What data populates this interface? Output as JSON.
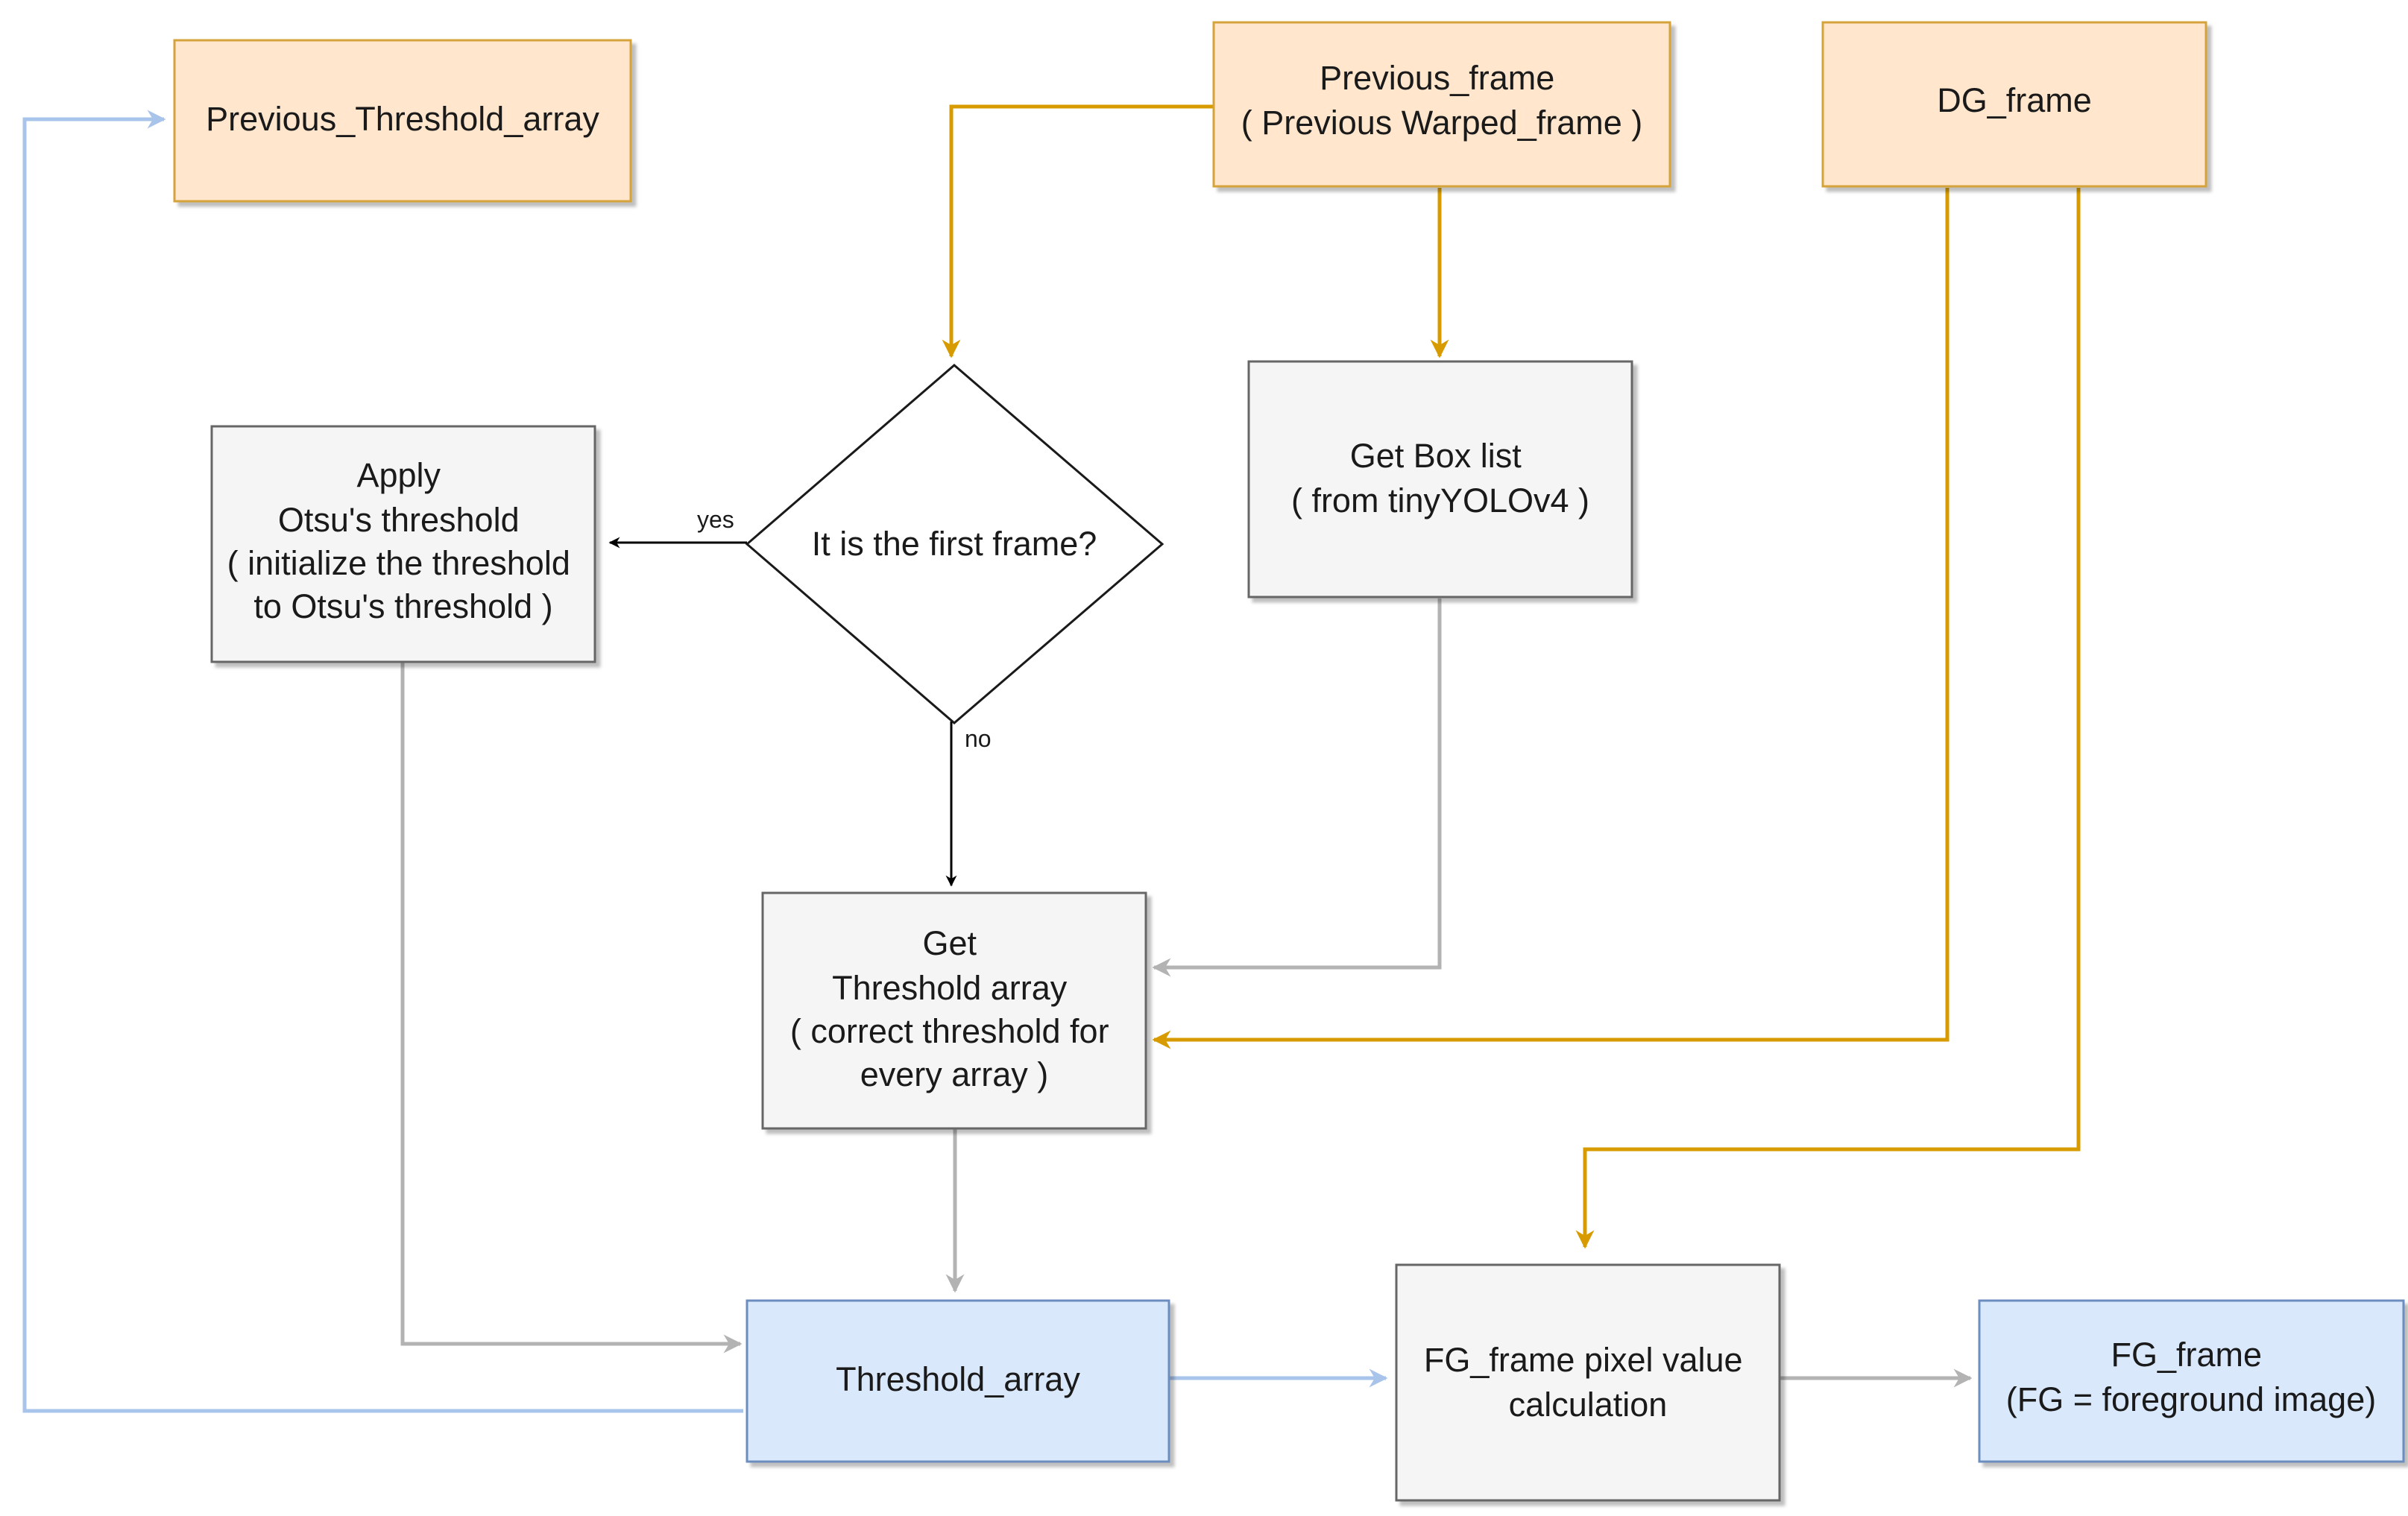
{
  "colors": {
    "orange_fill": "#ffe6cc",
    "orange_stroke": "#d6a33a",
    "orange_arrow": "#d79b00",
    "blue_fill": "#dae8fc",
    "blue_stroke": "#6c8ebf",
    "blue_arrow": "#a9c4eb",
    "gray_fill": "#f5f5f5",
    "gray_stroke": "#666666",
    "gray_arrow": "#b3b3b3",
    "black_arrow": "#000000"
  },
  "nodes": {
    "previous_threshold_array": {
      "lines": [
        "Previous_Threshold_array"
      ]
    },
    "previous_frame": {
      "lines": [
        "Previous_frame",
        "( Previous Warped_frame )"
      ]
    },
    "dg_frame": {
      "lines": [
        "DG_frame"
      ]
    },
    "apply_otsu": {
      "lines": [
        "Apply",
        "Otsu's threshold",
        "( initialize the threshold",
        "to Otsu's threshold )"
      ]
    },
    "first_frame_decision": {
      "lines": [
        "It is the first frame?"
      ]
    },
    "get_box_list": {
      "lines": [
        "Get Box list",
        "( from tinyYOLOv4 )"
      ]
    },
    "get_threshold_array": {
      "lines": [
        "Get",
        "Threshold array",
        "( correct threshold for",
        "every array )"
      ]
    },
    "threshold_array": {
      "lines": [
        "Threshold_array"
      ]
    },
    "fg_pixel_calc": {
      "lines": [
        "FG_frame pixel value",
        "calculation"
      ]
    },
    "fg_frame": {
      "lines": [
        "FG_frame",
        "(FG = foreground image)"
      ]
    }
  },
  "edge_labels": {
    "yes": "yes",
    "no": "no"
  }
}
